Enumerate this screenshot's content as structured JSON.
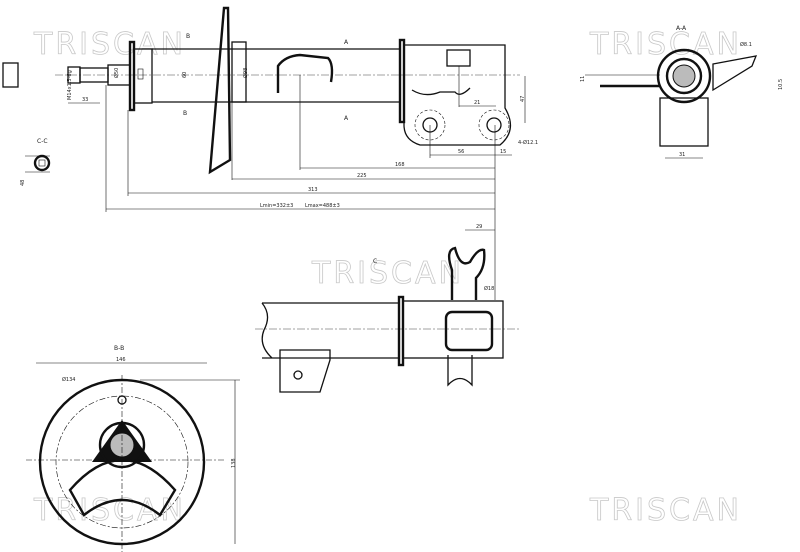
{
  "watermark": "TRISCAN",
  "section_labels": {
    "cc": "C-C",
    "bb": "B-B",
    "aa": "A-A",
    "b_mark": "B",
    "a_mark": "A",
    "c_mark": "C"
  },
  "dimensions": {
    "d168": "168",
    "d225": "225",
    "d313": "313",
    "lmin": "Lmin=332±3",
    "lmax": "Lmax=488±3",
    "d21": "21",
    "d56": "56",
    "d15": "15",
    "holes": "4-Ø12.1",
    "d47": "47",
    "d33": "33",
    "thread": "M14x1.5-6g",
    "d29": "29",
    "d18": "Ø18",
    "d81": "Ø8.1",
    "d105": "10.5",
    "d11": "11",
    "d31": "31",
    "d146": "146",
    "d138": "138",
    "d134": "Ø134",
    "d50": "Ø50",
    "d60": "60",
    "d98": "Ø98",
    "d48": "48"
  }
}
